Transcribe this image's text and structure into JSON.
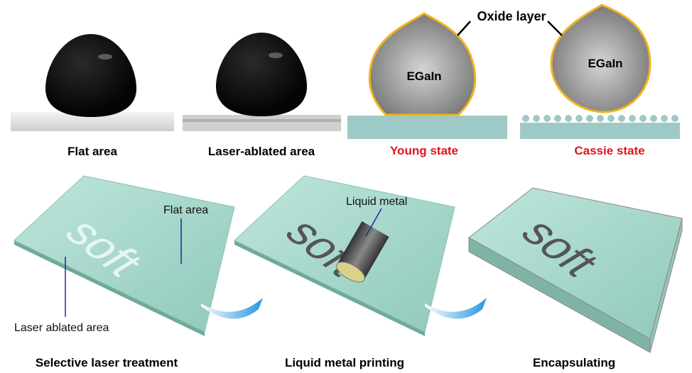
{
  "top": {
    "photo_labels": [
      "Flat area",
      "Laser-ablated area"
    ],
    "schematic": {
      "oxide_label": "Oxide layer",
      "droplet_label": "EGaIn",
      "states": [
        "Young state",
        "Cassie state"
      ]
    }
  },
  "bottom": {
    "plate_text": "soft",
    "annotations": {
      "flat_area": "Flat area",
      "laser_ablated_area": "Laser ablated area",
      "liquid_metal": "Liquid metal"
    },
    "steps": [
      "Selective laser treatment",
      "Liquid metal printing",
      "Encapsulating"
    ]
  },
  "colors": {
    "oxide": "#f2b41c",
    "substrate": "#9fc9c6",
    "state_label": "#e0141e",
    "arrow": "#3aa0e0",
    "plate": "#a8d8cc"
  }
}
